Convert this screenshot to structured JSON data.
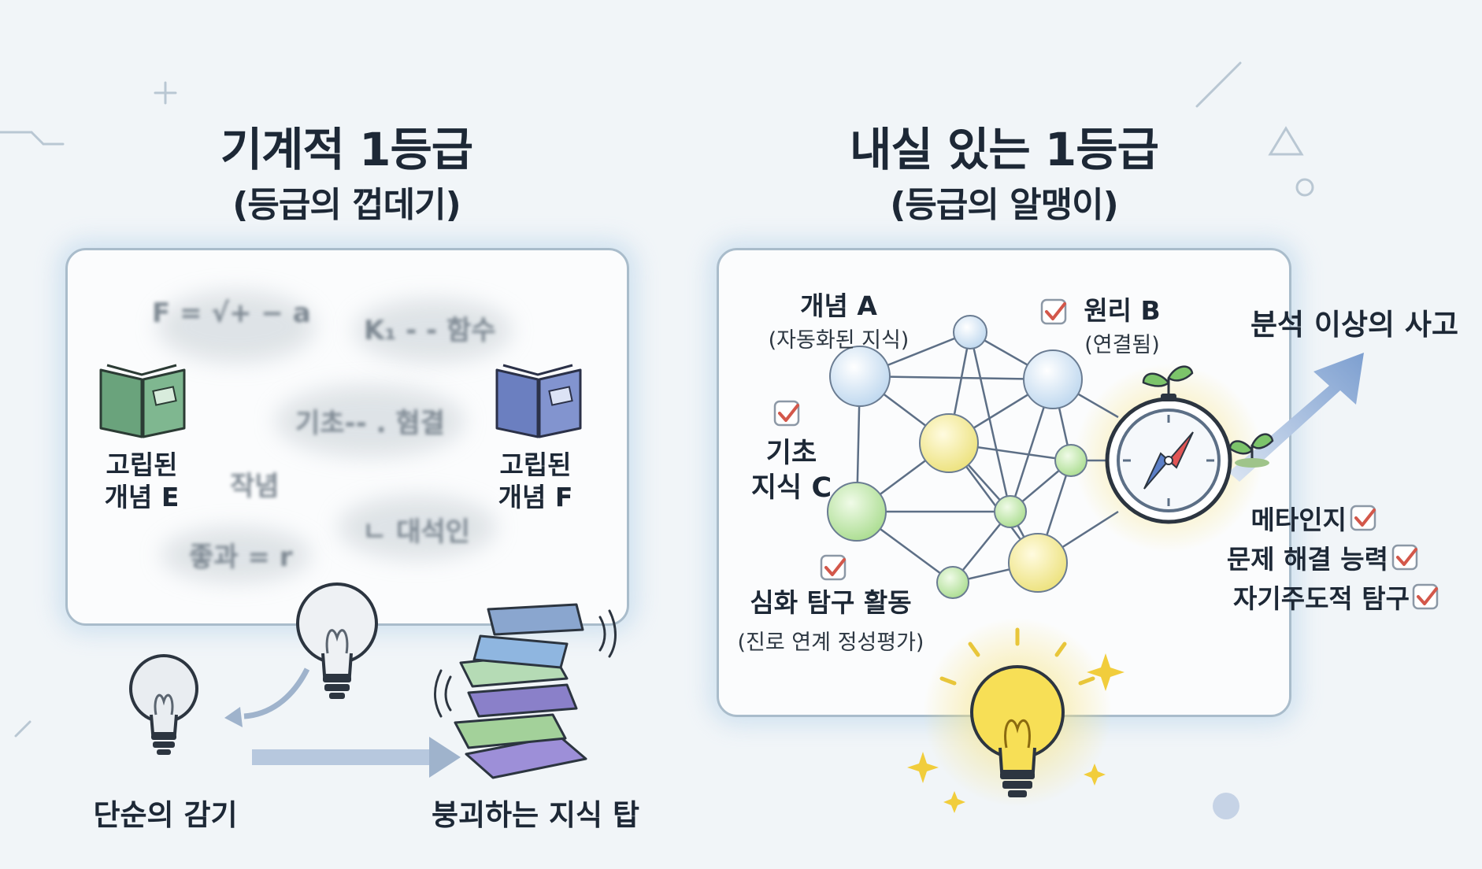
{
  "left": {
    "title": "기계적 1등급",
    "subtitle": "(등급의 껍데기)",
    "blurry_texts": [
      "F = √+ − a",
      "K₁ - - 함수",
      "기초-- . 혐결",
      "작념",
      "ㄴ 대석인",
      "좋과 = r"
    ],
    "book_left_label_line1": "고립된",
    "book_left_label_line2": "개념 E",
    "book_right_label_line1": "고립된",
    "book_right_label_line2": "개념 F",
    "bulb_label": "단순의 감기",
    "tower_label": "붕괴하는 지식 탑"
  },
  "right": {
    "title": "내실 있는 1등급",
    "subtitle": "(등급의 알맹이)",
    "concept_a": "개념 A",
    "concept_a_sub": "(자동화된 지식)",
    "principle_b": "원리 B",
    "principle_b_sub": "(연결됨)",
    "basic_c_line1": "기초",
    "basic_c_line2": "지식 C",
    "deep_activity": "심화 탐구 활동",
    "deep_activity_sub": "(진로 연계 정성평가)",
    "beyond_analysis": "분석 이상의 사고",
    "skills": [
      "메타인지",
      "문제 해결 능력",
      "자기주도적 탐구"
    ]
  },
  "colors": {
    "background": "#f1f5f8",
    "panel_border": "#a9bccb",
    "check_red": "#d3574a",
    "node_blue": "#cfe3f4",
    "node_yellow": "#f3ec9c",
    "node_green": "#bfe6a8",
    "arrow_blue": "#8aa9d4",
    "bulb_glow": "#f6e27a"
  },
  "icons": [
    "book-icon",
    "bulb-icon",
    "compass-icon",
    "sprout-icon",
    "check-icon",
    "sparkle-icon",
    "arrow-icon",
    "book-stack-icon"
  ]
}
